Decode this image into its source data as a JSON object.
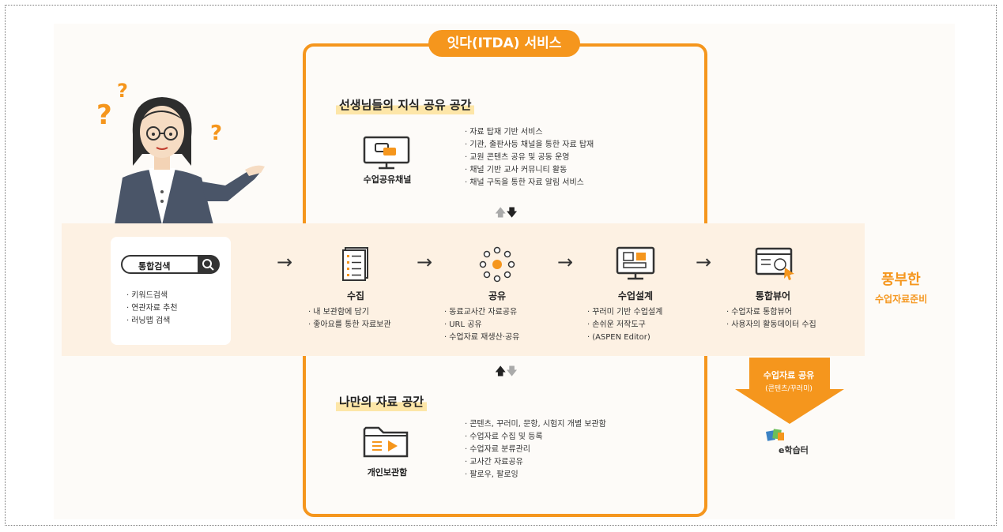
{
  "service_title": "잇다(ITDA) 서비스",
  "top_section": {
    "title": "선생님들의 지식 공유 공간",
    "icon_caption": "수업공유채널",
    "items": [
      "자료 탑재 기반 서비스",
      "기관, 출판사등 채널을 통한 자료 탑재",
      "교원 콘텐츠 공유 및 공동 운영",
      "채널 기반 교사 커뮤니티 활동",
      "채널 구독을 통한 자료 알림 서비스"
    ]
  },
  "bottom_section": {
    "title": "나만의 자료 공간",
    "icon_caption": "개인보관함",
    "items": [
      "콘텐츠, 꾸러미, 문항, 시험지 개별 보관함",
      "수업자료 수집 및 등록",
      "수업자료 분류관리",
      "교사간 자료공유",
      "팔로우, 팔로잉"
    ]
  },
  "search": {
    "label": "통합검색",
    "items": [
      "키워드검색",
      "연관자료 추천",
      "러닝맵 검색"
    ]
  },
  "steps": [
    {
      "title": "수집",
      "items": [
        "내 보관함에 담기",
        "좋아요를 통한 자료보관"
      ]
    },
    {
      "title": "공유",
      "items": [
        "동료교사간 자료공유",
        "URL 공유",
        "수업자료 재생산·공유"
      ]
    },
    {
      "title": "수업설계",
      "items": [
        "꾸러미 기반 수업설계",
        "손쉬운 저작도구",
        "(ASPEN Editor)"
      ]
    },
    {
      "title": "통합뷰어",
      "items": [
        "수업자료 통합뷰어",
        "사용자의 활동데이터 수집"
      ]
    }
  ],
  "result": {
    "line1": "풍부한",
    "line2": "수업자료준비"
  },
  "export": {
    "line1": "수업자료 공유",
    "line2": "(콘텐츠/꾸러미)",
    "logo": "e학습터"
  },
  "colors": {
    "accent": "#f5961d",
    "band": "#fdf1e3",
    "highlight": "#fde6a8"
  },
  "icons": [
    "question-mark-icon",
    "monitor-chat-icon",
    "folder-play-icon",
    "search-icon",
    "document-list-icon",
    "network-share-icon",
    "monitor-design-icon",
    "browser-cursor-icon",
    "up-down-arrows-icon",
    "right-arrow-icon",
    "down-arrow-icon",
    "e-hakseupteo-logo"
  ]
}
